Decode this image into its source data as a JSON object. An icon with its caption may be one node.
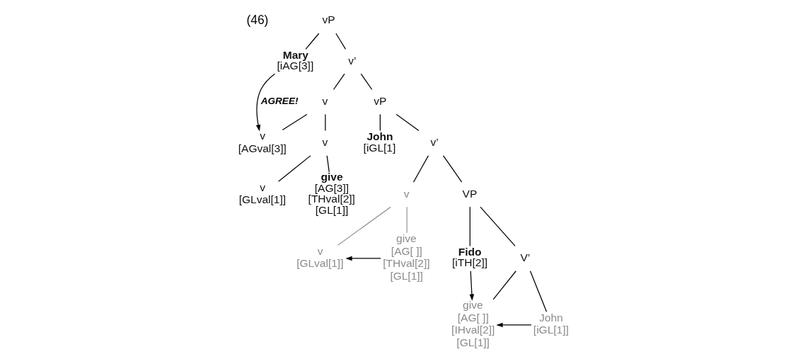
{
  "diagram": {
    "nodes": [
      {
        "text": [
          "vP"
        ]
      },
      {
        "text": [
          "Mary",
          "[iAG[3]]"
        ]
      },
      {
        "text": [
          "v’"
        ]
      },
      {
        "text": [
          "v"
        ]
      },
      {
        "text": [
          "vP"
        ]
      },
      {
        "text": [
          "v",
          "[AGval[3]]"
        ]
      },
      {
        "text": [
          "v"
        ]
      },
      {
        "text": [
          "John",
          "[iGL[1]"
        ]
      },
      {
        "text": [
          "v’"
        ]
      },
      {
        "text": [
          "v",
          "[GLval[1]]"
        ]
      },
      {
        "text": [
          "give",
          "[AG[3]]",
          "[THval[2]]",
          "[GL[1]]"
        ]
      },
      {
        "text": [
          "v"
        ]
      },
      {
        "text": [
          "VP"
        ]
      },
      {
        "text": [
          "v",
          "[GLval[1]]"
        ]
      },
      {
        "text": [
          "give",
          "[AG[ ]]",
          "[THval[2]]",
          "[GL[1]]"
        ]
      },
      {
        "text": [
          "Fido",
          "[iTH[2]]"
        ]
      },
      {
        "text": [
          "V’"
        ]
      },
      {
        "text": [
          "give",
          "[AG[ ]]",
          "[IHval[2]]",
          "[GL[1]]"
        ]
      },
      {
        "text": [
          "John",
          "[iGL[1]]"
        ]
      }
    ],
    "edges": [
      {
        "from": 0,
        "to": 1,
        "arrow": "none"
      },
      {
        "from": 0,
        "to": 2,
        "arrow": "none"
      },
      {
        "from": 2,
        "to": 3,
        "arrow": "none"
      },
      {
        "from": 2,
        "to": 4,
        "arrow": "none"
      },
      {
        "from": 3,
        "to": 5,
        "arrow": "none"
      },
      {
        "from": 3,
        "to": 6,
        "arrow": "none"
      },
      {
        "from": 6,
        "to": 9,
        "arrow": "none"
      },
      {
        "from": 6,
        "to": 10,
        "arrow": "none"
      },
      {
        "from": 4,
        "to": 7,
        "arrow": "none"
      },
      {
        "from": 4,
        "to": 8,
        "arrow": "none"
      },
      {
        "from": 8,
        "to": 11,
        "arrow": "none"
      },
      {
        "from": 8,
        "to": 12,
        "arrow": "none"
      },
      {
        "from": 11,
        "to": 13,
        "arrow": "none",
        "color": "#999999"
      },
      {
        "from": 11,
        "to": 14,
        "arrow": "none",
        "color": "#999999"
      },
      {
        "from": 12,
        "to": 15,
        "arrow": "none"
      },
      {
        "from": 12,
        "to": 16,
        "arrow": "none"
      },
      {
        "from": 16,
        "to": 17,
        "arrow": "none"
      },
      {
        "from": 16,
        "to": 18,
        "arrow": "none"
      },
      {
        "from": 1,
        "to": 5,
        "arrow": "to",
        "label": "AGREE!"
      },
      {
        "from": 14,
        "to": 13,
        "arrow": "to"
      },
      {
        "from": 15,
        "to": 17,
        "arrow": "to"
      },
      {
        "from": 18,
        "to": 17,
        "arrow": "to"
      }
    ],
    "labels": [
      "(46)"
    ]
  }
}
